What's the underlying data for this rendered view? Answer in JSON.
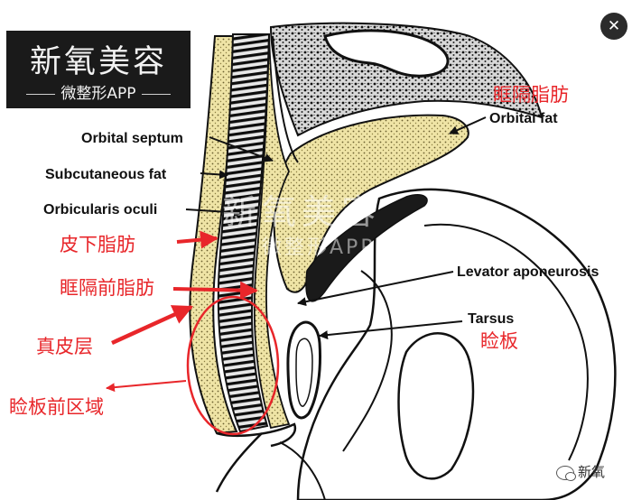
{
  "logo": {
    "title": "新氧美容",
    "subtitle": "微整形APP"
  },
  "watermark": {
    "title": "新氧美容",
    "subtitle": "微整形APP"
  },
  "labels": {
    "orbital_septum": "Orbital septum",
    "subcutaneous_fat": "Subcutaneous fat",
    "orbicularis_oculi": "Orbicularis oculi",
    "orbital_fat_cn": "眶隔脂肪",
    "orbital_fat_en": "Orbital fat",
    "subcutaneous_fat_cn": "皮下脂肪",
    "preseptal_fat_cn": "眶隔前脂肪",
    "dermis_cn": "真皮层",
    "pretarsal_region_cn": "睑板前区域",
    "levator_aponeurosis": "Levator aponeurosis",
    "tarsus_en": "Tarsus",
    "tarsus_cn": "睑板"
  },
  "credit": {
    "text": "新氧"
  },
  "close_icon_glyph": "✕",
  "colors": {
    "annotation_red": "#e8262a",
    "outline_black": "#111111",
    "fat_yellow": "#efe4a6",
    "logo_bg": "#1a1a1a"
  }
}
